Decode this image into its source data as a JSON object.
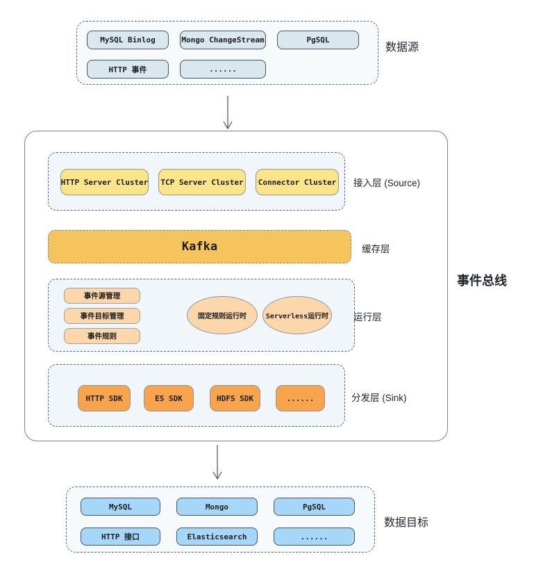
{
  "colors": {
    "source_node": "#d9e7ee",
    "panel_bg": "#f7fafd",
    "layer_bg": "#f1f6fb",
    "access_node": "#fae58b",
    "kafka_node": "#f5c45c",
    "runtime_node": "#fcd7ab",
    "sink_node": "#f7a44d",
    "target_node": "#a7d7f8"
  },
  "data_source": {
    "title": "数据源",
    "row1": [
      "MySQL Binlog",
      "Mongo ChangeStream",
      "PgSQL"
    ],
    "row2": [
      "HTTP 事件",
      "......"
    ]
  },
  "event_bus": {
    "title": "事件总线",
    "source_layer": {
      "label": "接入层 (Source)",
      "boxes": [
        "HTTP Server Cluster",
        "TCP Server Cluster",
        "Connector Cluster"
      ]
    },
    "cache_layer": {
      "label": "缓存层",
      "box": "Kafka"
    },
    "runtime_layer": {
      "label": "运行层",
      "boxes": [
        "事件源管理",
        "事件目标管理",
        "事件规则"
      ],
      "ellipses": [
        "固定规则运行时",
        "Serverless运行时"
      ]
    },
    "sink_layer": {
      "label": "分发层 (Sink)",
      "boxes": [
        "HTTP SDK",
        "ES SDK",
        "HDFS SDK",
        "......"
      ]
    }
  },
  "data_target": {
    "title": "数据目标",
    "row1": [
      "MySQL",
      "Mongo",
      "PgSQL"
    ],
    "row2": [
      "HTTP 接口",
      "Elasticsearch",
      "......"
    ]
  }
}
